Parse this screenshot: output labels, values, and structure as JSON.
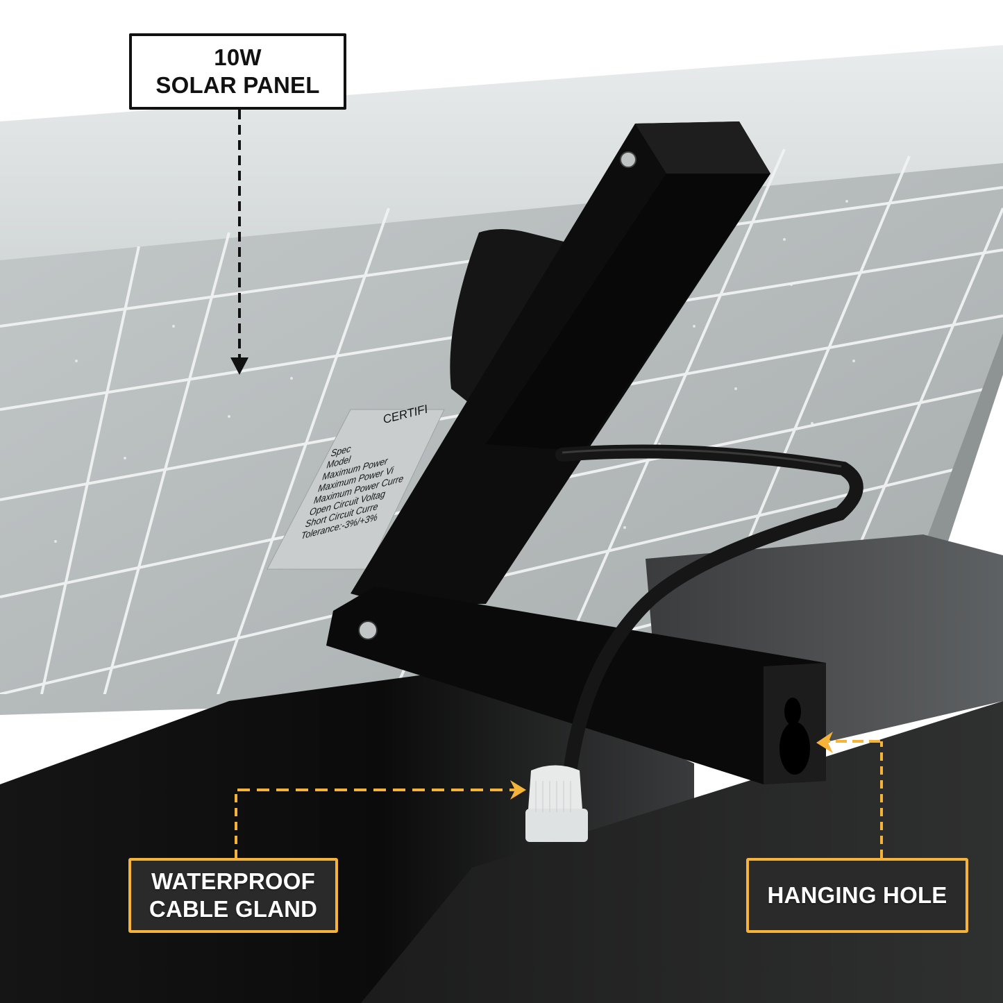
{
  "image": {
    "subject": "10W solar panel rear view with mounting bracket",
    "colors": {
      "background": "#ffffff",
      "panel_frame": "#dfe3e3",
      "panel_cells": "#b7bcbd",
      "cell_lines": "#f2f4f4",
      "bracket": "#0d0d0d",
      "base": "#1a1a1a",
      "cable_gland": "#e6e8e8",
      "accent_yellow": "#f5b33a",
      "callout_dark_bg": "#2a2a2a"
    }
  },
  "callouts": {
    "solar_panel": {
      "line1": "10W",
      "line2": "SOLAR PANEL",
      "style": "white-box-black-border",
      "arrow": "black-dashed-down"
    },
    "cable_gland": {
      "line1": "WATERPROOF",
      "line2": "CABLE GLAND",
      "style": "dark-box-yellow-border",
      "arrow": "yellow-dashed-right"
    },
    "hanging_hole": {
      "line1": "HANGING HOLE",
      "style": "dark-box-yellow-border",
      "arrow": "yellow-dashed-left"
    }
  },
  "spec_label": {
    "title": "CERTIFI",
    "rows": [
      "Spec",
      "Model",
      "Maximum Power",
      "Maximum Power Vi",
      "Maximum Power Curre",
      "Open Circuit Voltag",
      "Short Circuit Curre",
      "Tolerance:-3%/+3%"
    ]
  }
}
